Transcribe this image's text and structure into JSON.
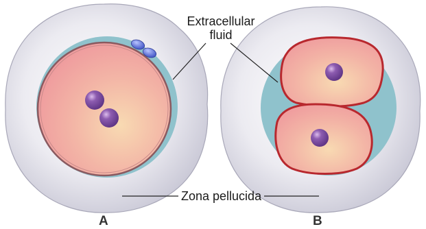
{
  "figure": {
    "labels": {
      "extracellular_fluid_line1": "Extracellular",
      "extracellular_fluid_line2": "fluid",
      "zona_pellucida": "Zona pellucida"
    },
    "panels": [
      {
        "letter": "A"
      },
      {
        "letter": "B"
      }
    ],
    "colors": {
      "zona": "#d9d8e4",
      "zona_edge": "#8e8d9e",
      "fluid": "#8fc2cc",
      "cell_fill": "#f2a9a8",
      "cell_highlight": "#f7d9b2",
      "cell_membrane_A": "#8a5a60",
      "cell_membrane_B": "#b8282e",
      "nucleus": "#7c4f9c",
      "nucleus_highlight": "#d7b8e8",
      "polar_body": "#5e6fd0",
      "leader_line": "#222222"
    }
  }
}
